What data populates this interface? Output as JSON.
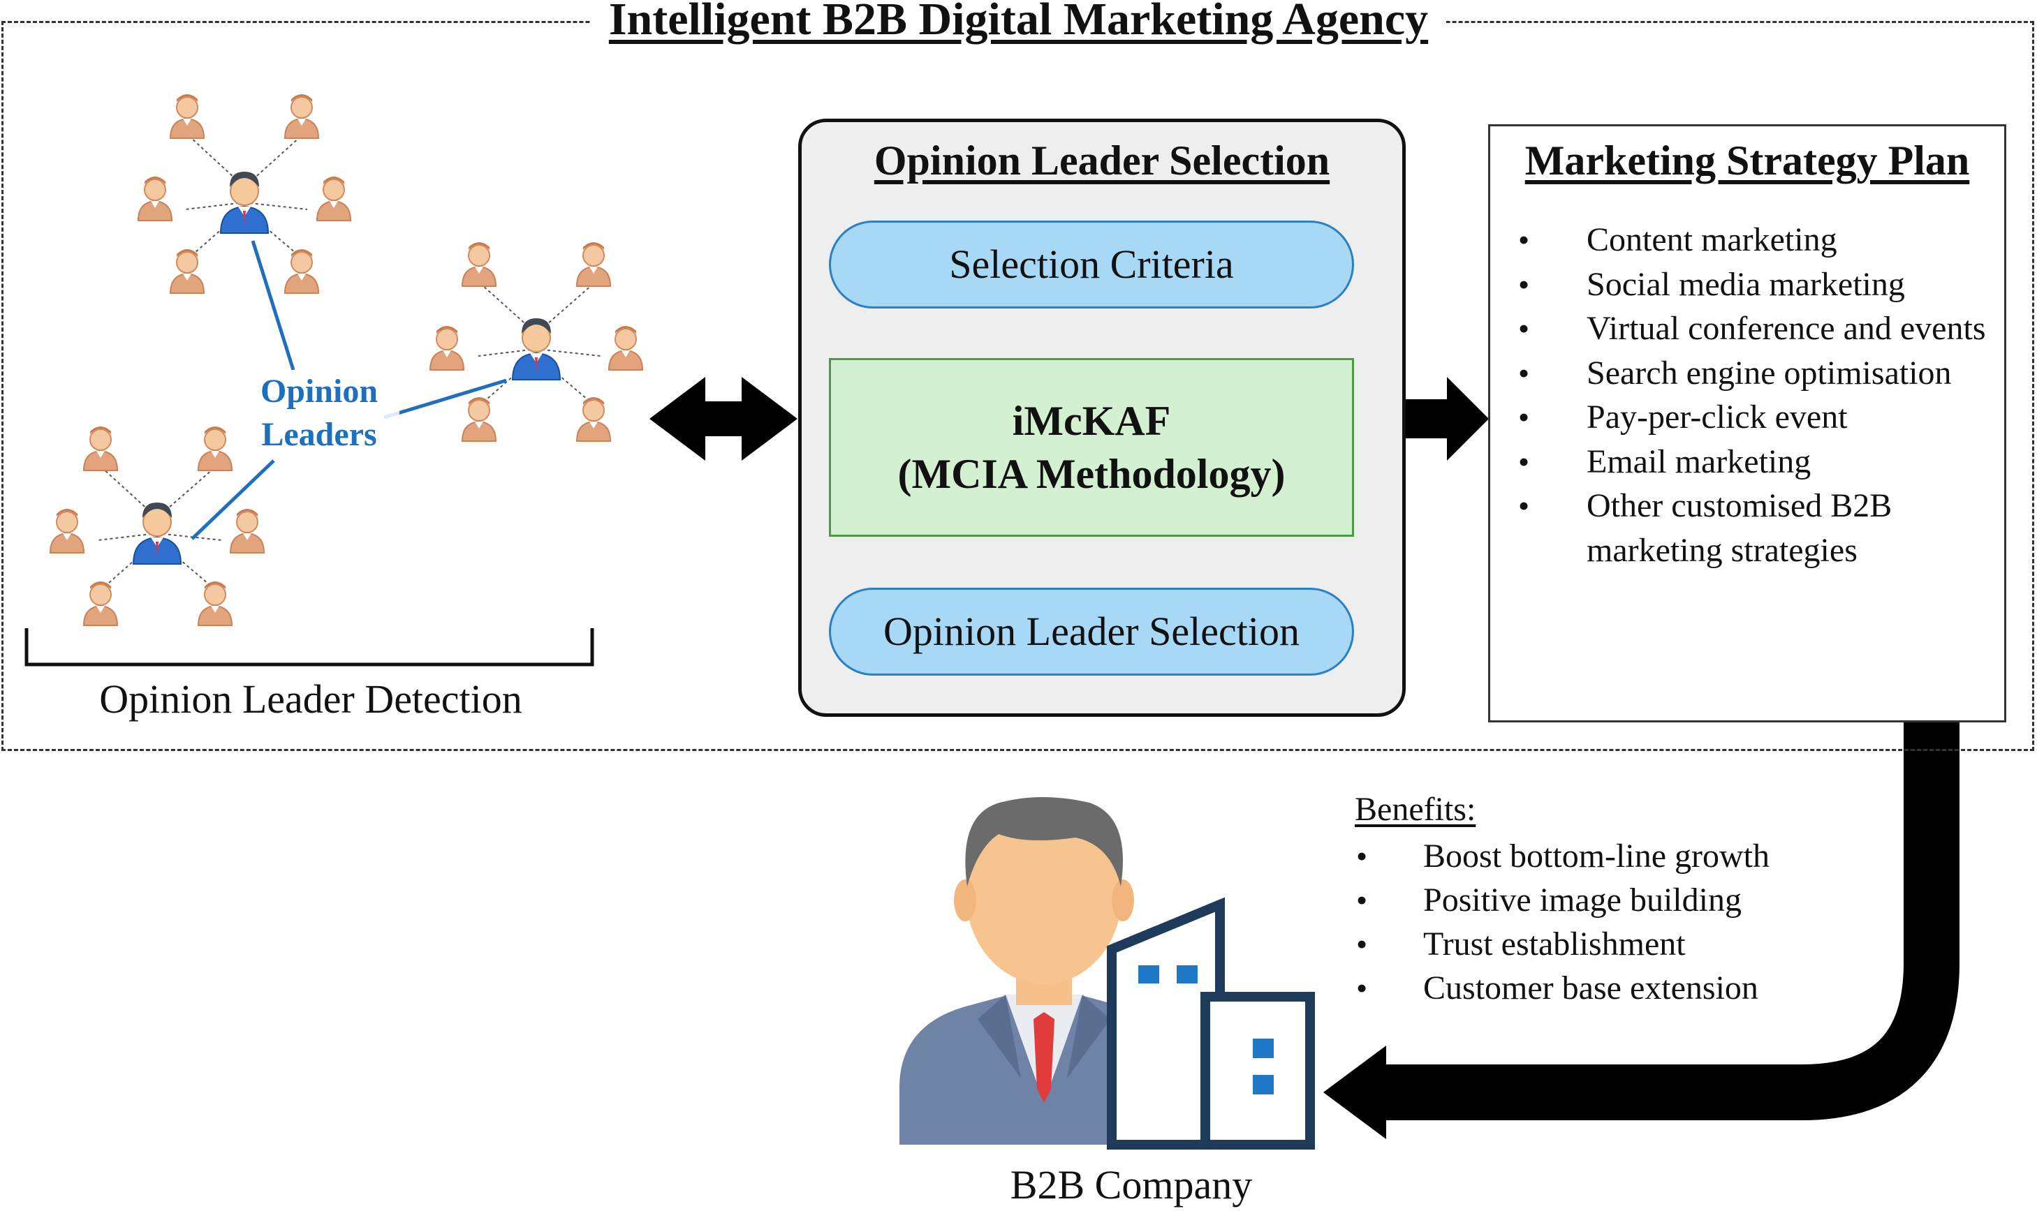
{
  "agency_title": "Intelligent B2B Digital Marketing Agency",
  "detection": {
    "label": "Opinion Leader Detection",
    "opinion_leaders_line1": "Opinion",
    "opinion_leaders_line2": "Leaders"
  },
  "selection": {
    "title": "Opinion Leader Selection",
    "criteria": "Selection Criteria",
    "imckaf_line1": "iMcKAF",
    "imckaf_line2": "(MCIA Methodology)",
    "output": "Opinion Leader Selection"
  },
  "strategy": {
    "title": "Marketing Strategy Plan",
    "items": [
      "Content marketing",
      "Social media marketing",
      "Virtual conference and events",
      "Search engine optimisation",
      "Pay-per-click event",
      "Email marketing",
      "Other customised B2B marketing strategies"
    ]
  },
  "benefits": {
    "label": "Benefits:",
    "items": [
      "Boost bottom-line growth",
      "Positive image building",
      "Trust establishment",
      "Customer base extension"
    ]
  },
  "company": {
    "label": "B2B Company"
  },
  "colors": {
    "pill_fill": "#a7d8f5",
    "pill_border": "#2d7fc4",
    "imckaf_fill": "#d3f0d0",
    "imckaf_border": "#4f9a44",
    "leader_blue": "#2e6fd0",
    "follower_orange": "#e0a27a",
    "label_blue": "#1f6fbf",
    "building_blue": "#1f77c8",
    "suit_gray": "#6f83a6",
    "tie_red": "#e23b3b"
  }
}
